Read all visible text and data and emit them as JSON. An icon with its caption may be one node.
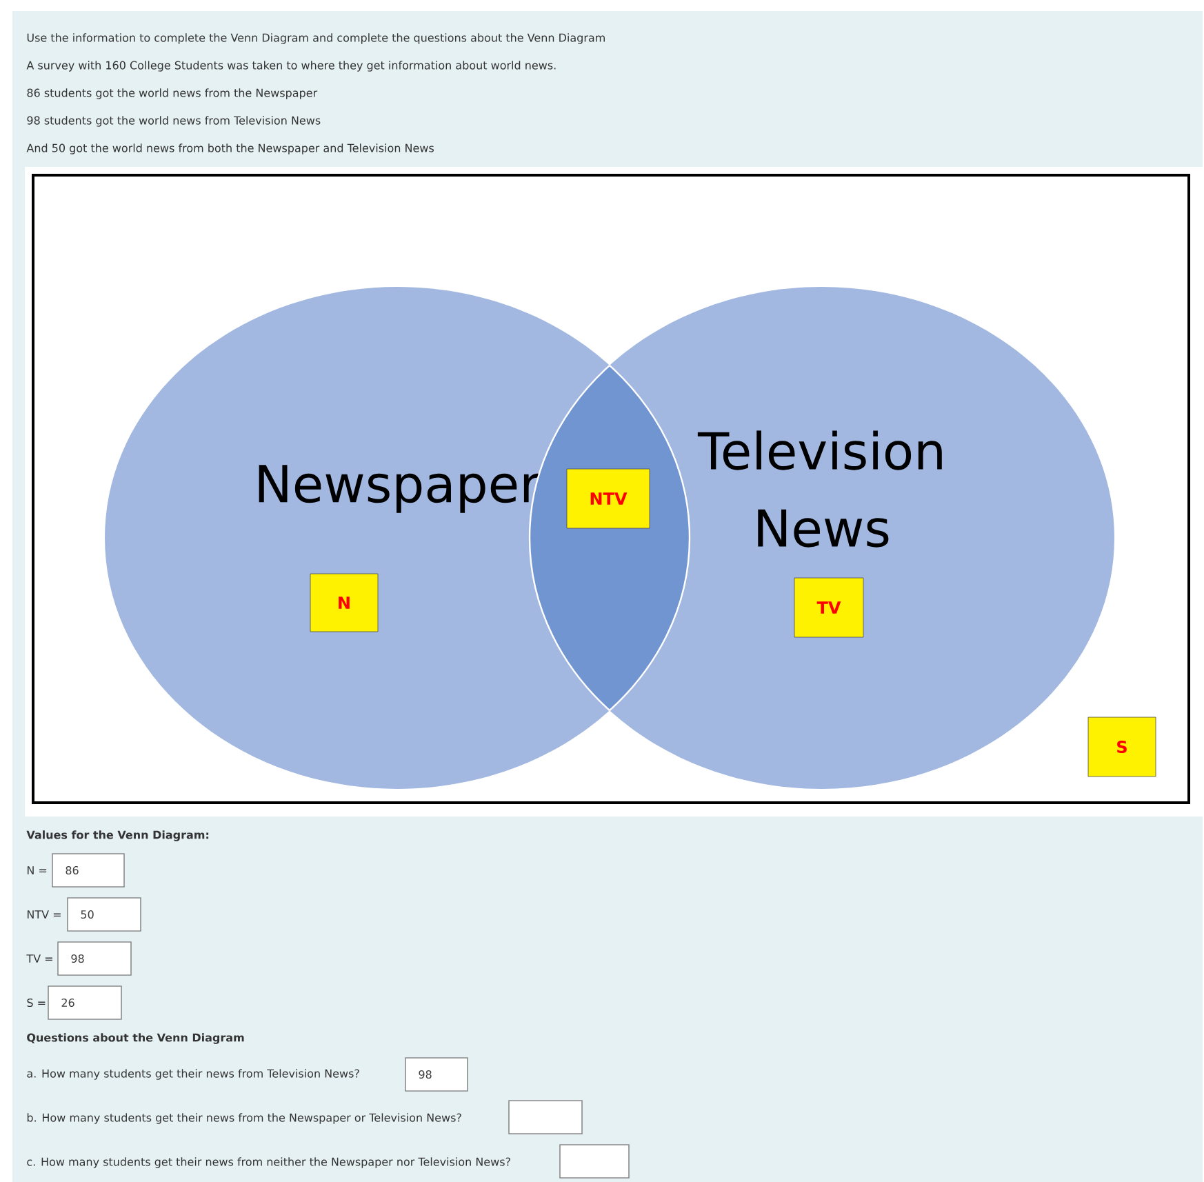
{
  "diagram": {
    "nodes": [
      {
        "text": [],
        "shape": "box"
      },
      {
        "text": [
          "Newspaper"
        ],
        "in": 0
      },
      {
        "text": [
          "Television News"
        ],
        "in": 0
      },
      {
        "text": [
          "N"
        ],
        "in": 1
      },
      {
        "text": [
          "NTV"
        ]
      },
      {
        "text": [
          "TV"
        ],
        "in": 2
      },
      {
        "text": [
          "S"
        ],
        "in": 0
      }
    ],
    "labels": [
      "Use the information to complete the Venn Diagram and complete the questions about the Venn Diagram",
      "A survey with 160 College Students was taken to where they get information about world news.",
      "86 students got the world news from the Newspaper",
      "98 students got the world news from Television News",
      "And 50 got the world news from both the Newspaper and Television News",
      "Values for the Venn Diagram:",
      "N =",
      "86",
      "NTV =",
      "50",
      "TV =",
      "98",
      "S =",
      "26",
      "Questions about the Venn Diagram",
      "a. How many students get their news from Television News?",
      "98",
      "b. How many students get their news from the Newspaper or Television News?",
      "c. How many students get their news from neither the Newspaper nor Television News?"
    ]
  }
}
